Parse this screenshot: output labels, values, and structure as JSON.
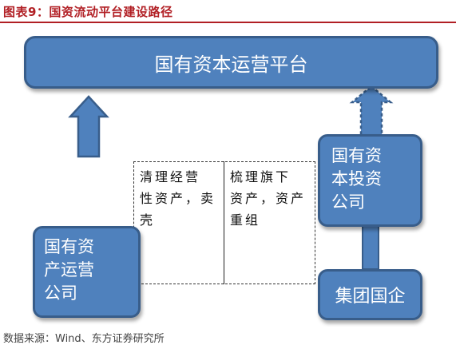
{
  "figure": {
    "title": "图表9：国资流动平台建设路径"
  },
  "diagram": {
    "platform": "国有资本运营平台",
    "investment_company_lines": [
      "国有资",
      "本投资",
      "公司"
    ],
    "operating_company_lines": [
      "国有资",
      "产运营",
      "公司"
    ],
    "group_soe": "集团国企",
    "left_note_lines": [
      "清理经营",
      "性资产，卖",
      "壳"
    ],
    "right_note_lines": [
      "梳理旗下",
      "资产，资产",
      "重组"
    ]
  },
  "footer": {
    "source": "数据来源：Wind、东方证券研究所"
  },
  "colors": {
    "box_fill": "#4f81bd",
    "box_border": "#385d8a",
    "title_red": "#b11f24"
  }
}
